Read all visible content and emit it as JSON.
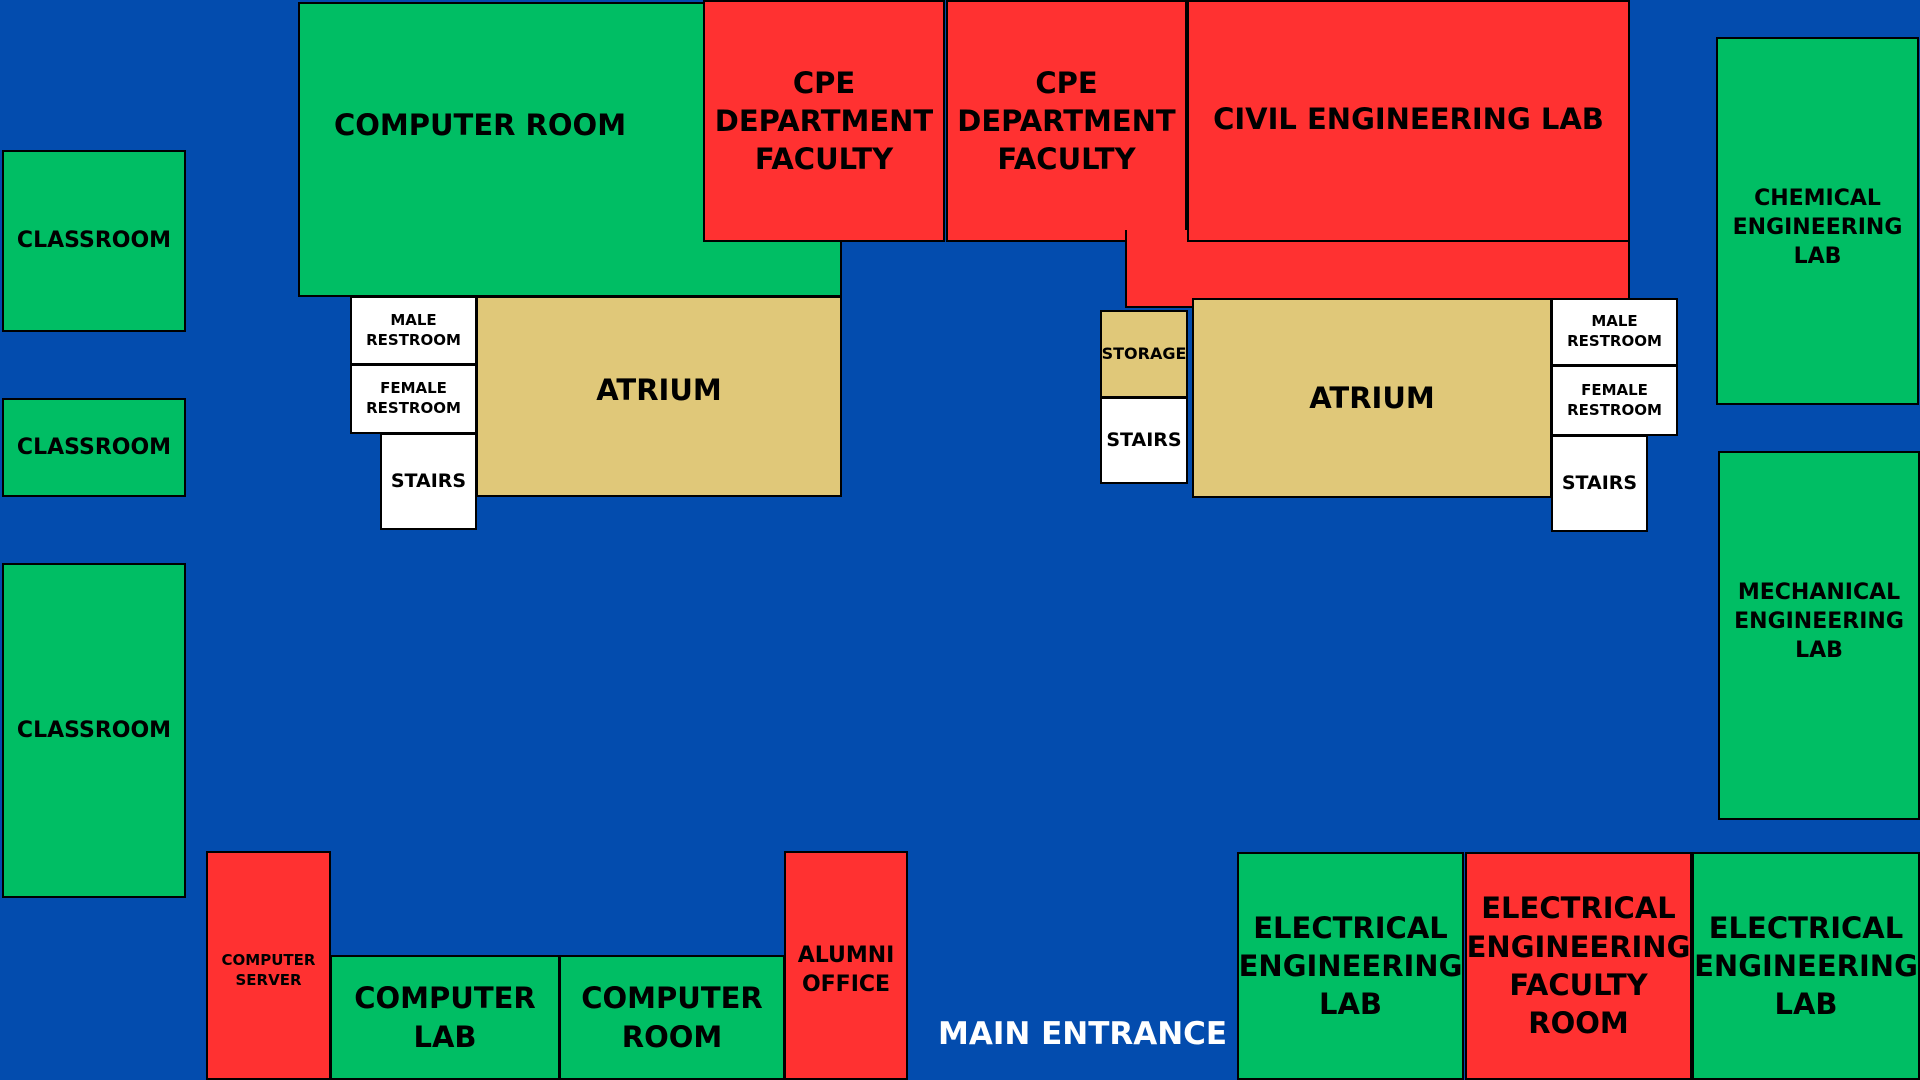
{
  "colors": {
    "corridor": "#034cae",
    "lab_room": "#00be64",
    "faculty_office": "#ff3131",
    "atrium_storage": "#e0c879",
    "utility": "#ffffff"
  },
  "rooms": {
    "computer_room_top": "COMPUTER ROOM",
    "cpe_faculty_1": "CPE\nDEPARTMENT\nFACULTY",
    "cpe_faculty_2": "CPE\nDEPARTMENT\nFACULTY",
    "civil_lab": "CIVIL ENGINEERING LAB",
    "chemical_lab": "CHEMICAL\nENGINEERING\nLAB",
    "mechanical_lab": "MECHANICAL\nENGINEERING\nLAB",
    "classroom_1": "CLASSROOM",
    "classroom_2": "CLASSROOM",
    "classroom_3": "CLASSROOM",
    "male_restroom_left": "MALE\nRESTROOM",
    "female_restroom_left": "FEMALE\nRESTROOM",
    "stairs_left": "STAIRS",
    "atrium_left": "ATRIUM",
    "storage": "STORAGE",
    "stairs_center": "STAIRS",
    "atrium_right": "ATRIUM",
    "male_restroom_right": "MALE\nRESTROOM",
    "female_restroom_right": "FEMALE\nRESTROOM",
    "stairs_right": "STAIRS",
    "computer_server": "COMPUTER\nSERVER",
    "computer_lab": "COMPUTER\nLAB",
    "computer_room_bottom": "COMPUTER\nROOM",
    "alumni_office": "ALUMNI\nOFFICE",
    "electrical_lab_1": "ELECTRICAL\nENGINEERING\nLAB",
    "electrical_faculty_room": "ELECTRICAL\nENGINEERING\nFACULTY\nROOM",
    "electrical_lab_2": "ELECTRICAL\nENGINEERING\nLAB"
  },
  "labels": {
    "main_entrance": "MAIN ENTRANCE"
  }
}
